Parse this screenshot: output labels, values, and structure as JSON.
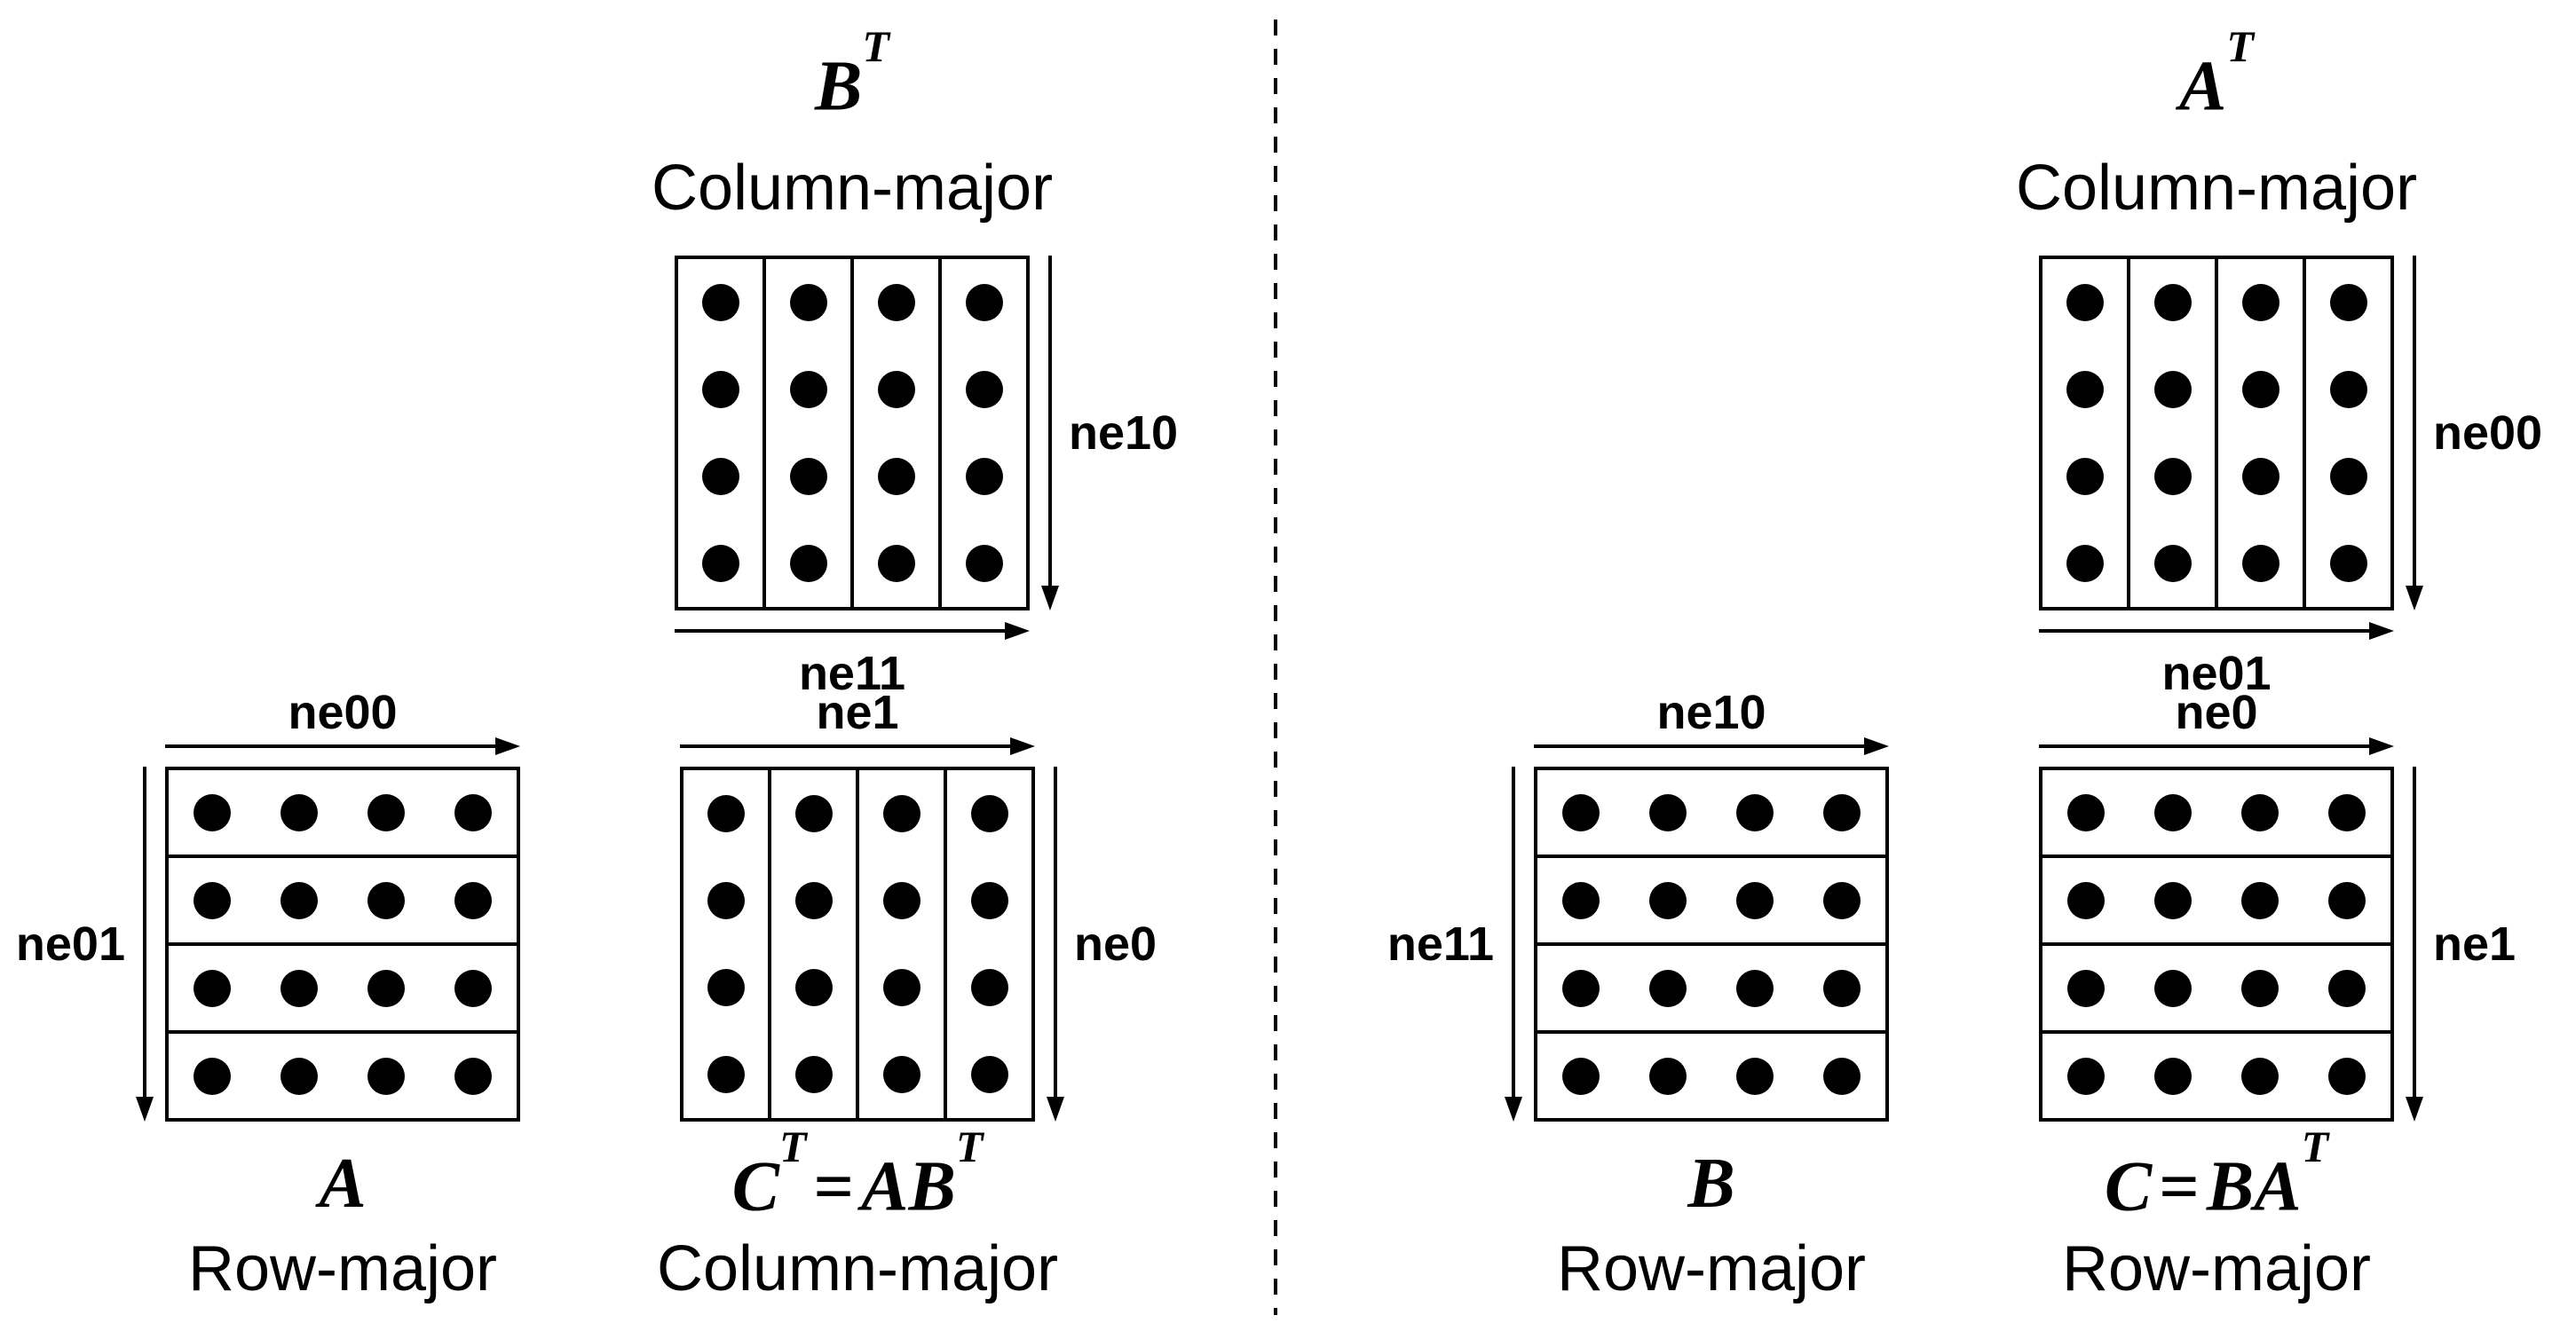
{
  "colors": {
    "ink": "#000000",
    "background": "#ffffff"
  },
  "divider": {
    "type": "vertical-dashed-line"
  },
  "matrices": [
    {
      "id": "B-transposed",
      "title": {
        "p0": "B",
        "s0": "T"
      },
      "subtitle": "Column-major",
      "title_position": "above",
      "memory_layout": "column-major",
      "rows": 4,
      "cols": 4,
      "dims": {
        "right": "ne10",
        "bottom": "ne11"
      }
    },
    {
      "id": "A",
      "title": {
        "p0": "A"
      },
      "subtitle": "Row-major",
      "title_position": "below",
      "memory_layout": "row-major",
      "rows": 4,
      "cols": 4,
      "dims": {
        "top": "ne00",
        "left": "ne01"
      }
    },
    {
      "id": "C-transposed-equals-A-B-transposed",
      "title": {
        "p0": "C",
        "s0": "T",
        "m": "=",
        "p1": "AB",
        "s1": "T"
      },
      "subtitle": "Column-major",
      "title_position": "below",
      "memory_layout": "column-major",
      "rows": 4,
      "cols": 4,
      "dims": {
        "top": "ne1",
        "right": "ne0"
      }
    },
    {
      "id": "A-transposed",
      "title": {
        "p0": "A",
        "s0": "T"
      },
      "subtitle": "Column-major",
      "title_position": "above",
      "memory_layout": "column-major",
      "rows": 4,
      "cols": 4,
      "dims": {
        "right": "ne00",
        "bottom": "ne01"
      }
    },
    {
      "id": "B",
      "title": {
        "p0": "B"
      },
      "subtitle": "Row-major",
      "title_position": "below",
      "memory_layout": "row-major",
      "rows": 4,
      "cols": 4,
      "dims": {
        "top": "ne10",
        "left": "ne11"
      }
    },
    {
      "id": "C-equals-B-A-transposed",
      "title": {
        "p0": "C",
        "m": "=",
        "p1": "BA",
        "s1": "T"
      },
      "subtitle": "Row-major",
      "title_position": "below",
      "memory_layout": "row-major",
      "rows": 4,
      "cols": 4,
      "dims": {
        "top": "ne0",
        "right": "ne1"
      }
    }
  ]
}
